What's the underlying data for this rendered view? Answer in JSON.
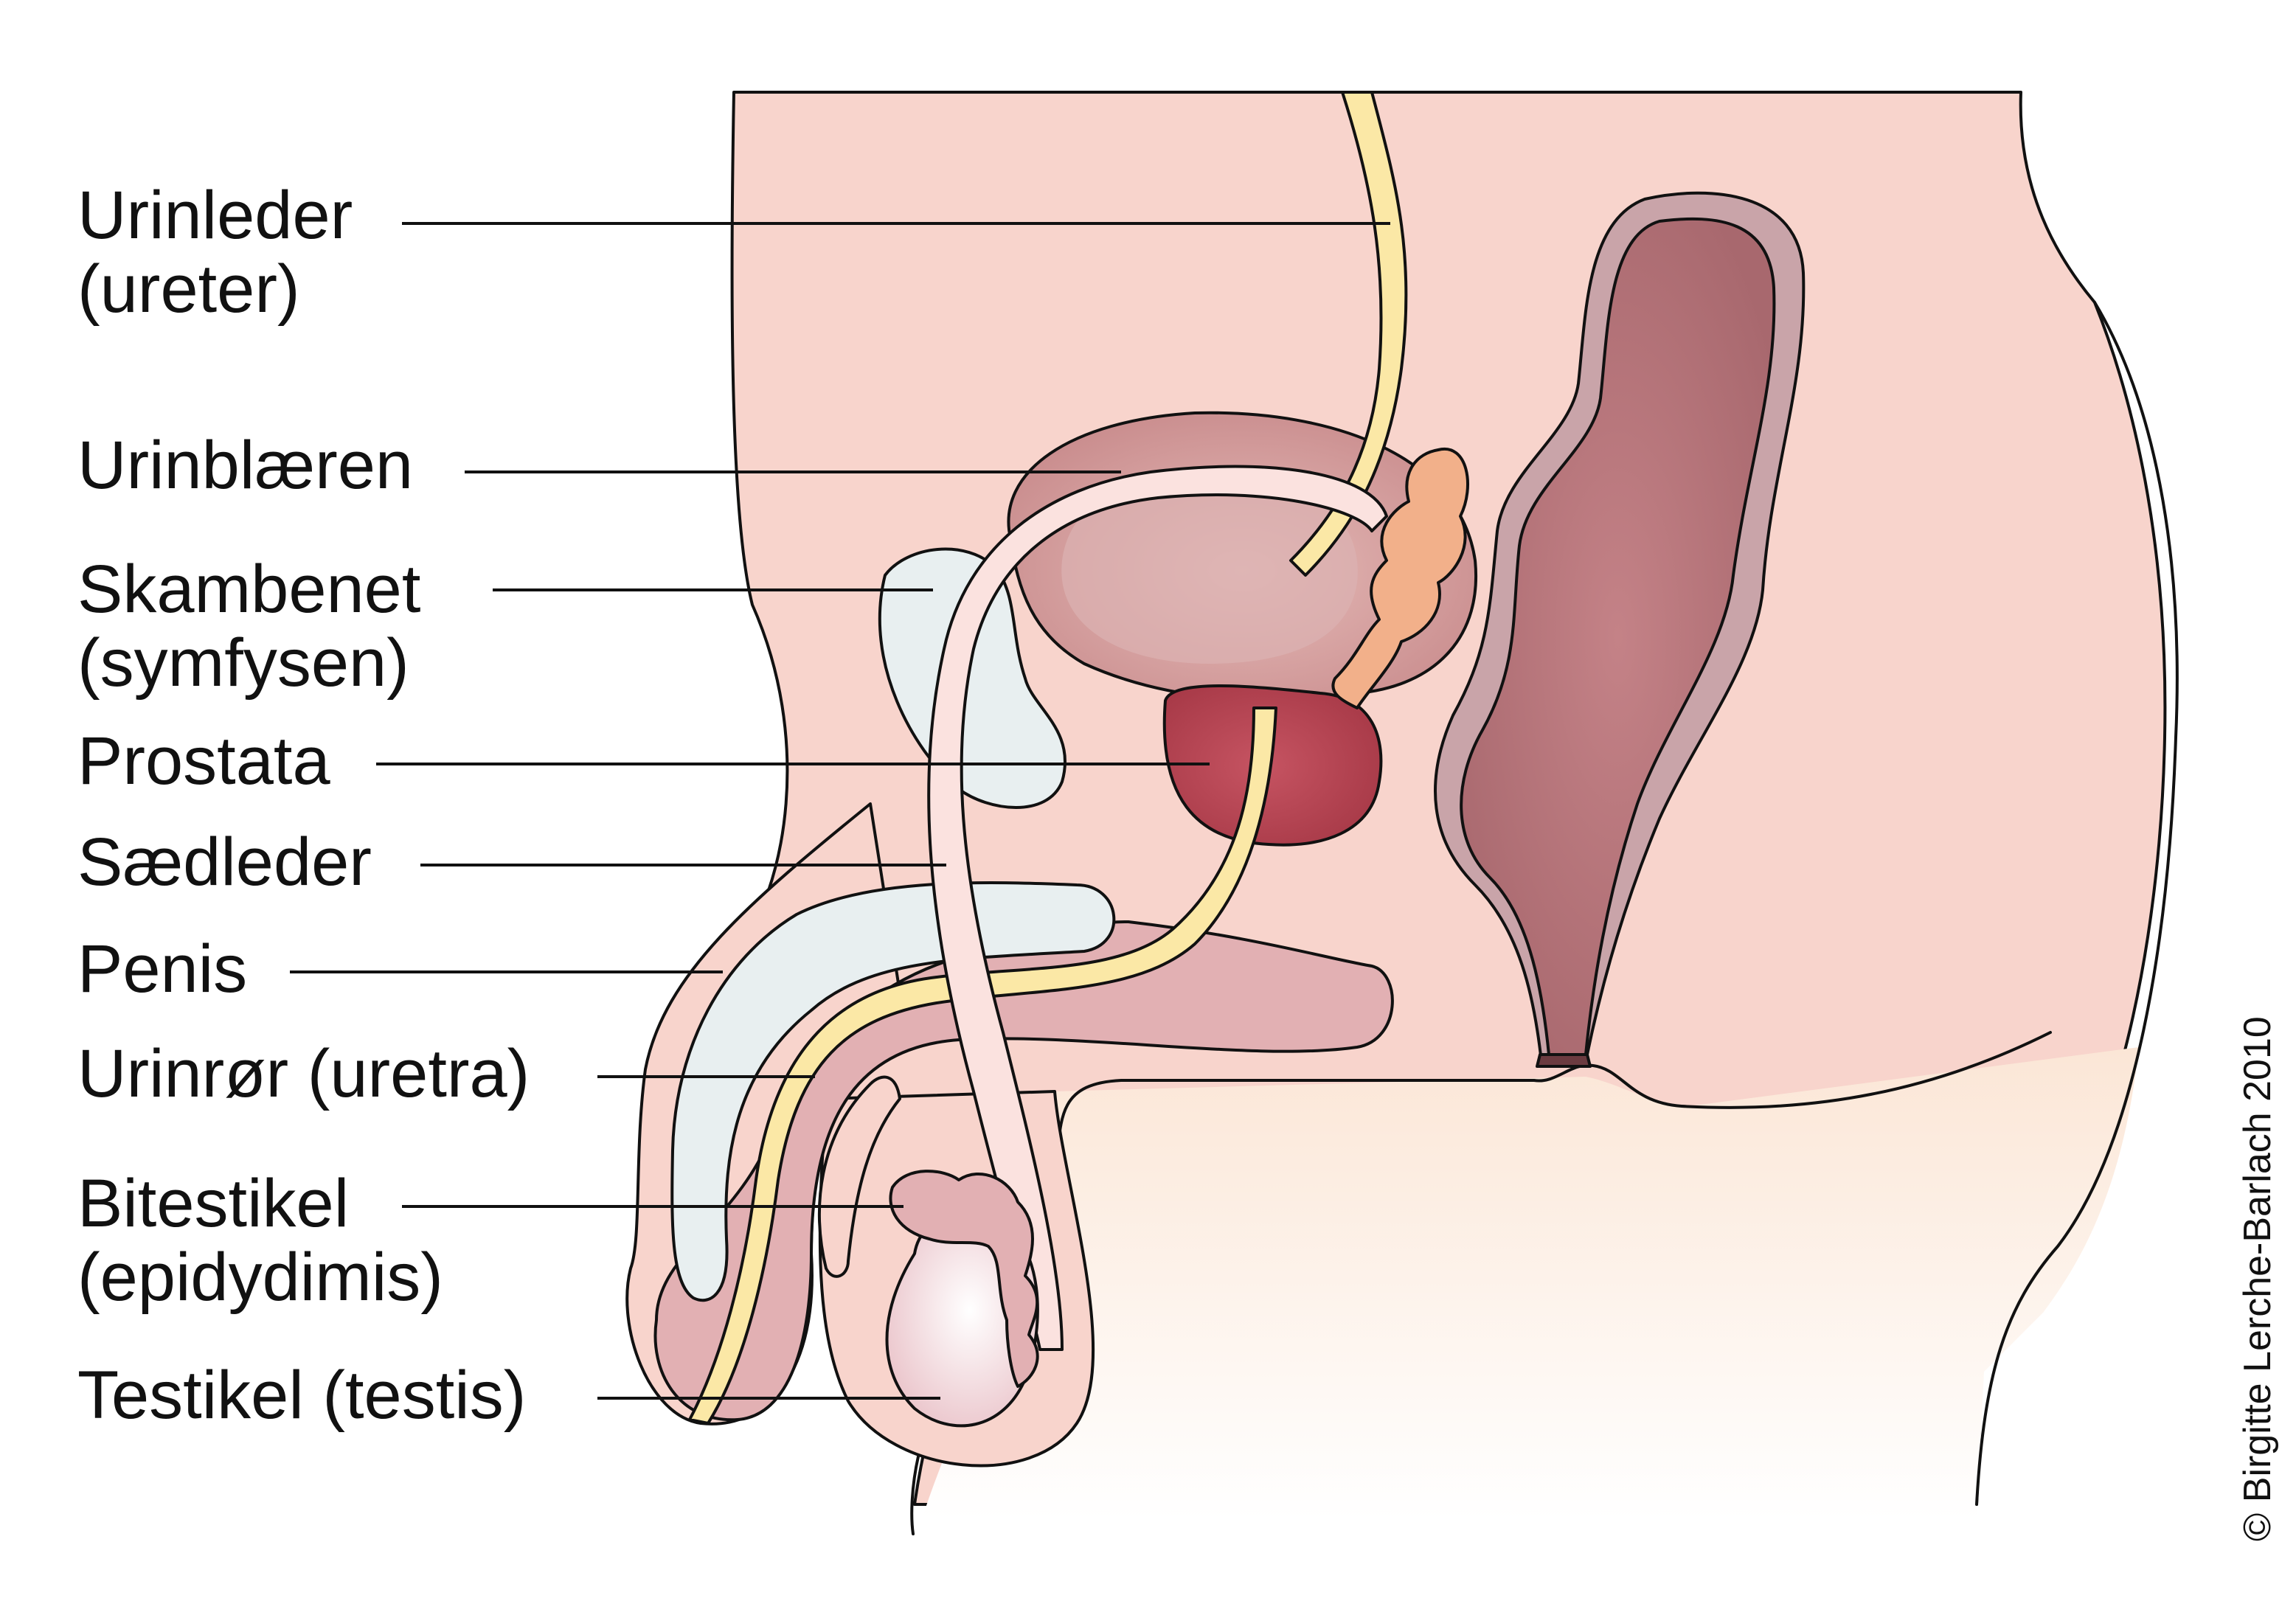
{
  "colors": {
    "skin": "#f8d4cc",
    "skin_light": "#fbe8da",
    "bladder": "#d9a7a4",
    "prostate": "#b84a56",
    "bone": "#e8eff0",
    "tube": "#fbe8a6",
    "vas": "#fbe2df",
    "seminal": "#f2b08a",
    "rectum": "#b7757a",
    "rectum_wall": "#c9a4a9",
    "testis": "#fbeef0",
    "corpus": "#e2b0b3"
  },
  "labels": [
    {
      "id": "ureter",
      "lines": [
        "Urinleder",
        "(ureter)"
      ]
    },
    {
      "id": "bladder",
      "lines": [
        "Urinblæren"
      ]
    },
    {
      "id": "pubic-bone",
      "lines": [
        "Skambenet",
        "(symfysen)"
      ]
    },
    {
      "id": "prostate",
      "lines": [
        "Prostata"
      ]
    },
    {
      "id": "vas-deferens",
      "lines": [
        "Sædleder"
      ]
    },
    {
      "id": "penis",
      "lines": [
        "Penis"
      ]
    },
    {
      "id": "urethra",
      "lines": [
        "Urinrør (uretra)"
      ]
    },
    {
      "id": "epididymis",
      "lines": [
        "Bitestikel",
        "(epidydimis)"
      ]
    },
    {
      "id": "testis",
      "lines": [
        "Testikel (testis)"
      ]
    }
  ],
  "copyright": "© Birgitte Lerche-Barlach 2010"
}
